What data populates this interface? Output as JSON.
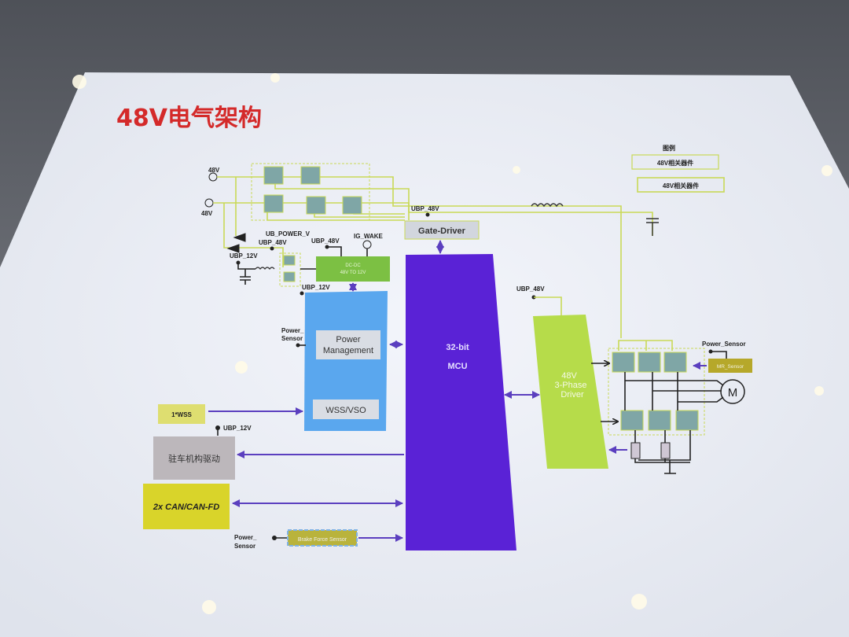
{
  "title": "48V电气架构",
  "legend": {
    "heading": "图例",
    "items": [
      "48V相关器件",
      "48V相关器件"
    ]
  },
  "labels": {
    "v48_top": "48V",
    "v48_bottom": "48V",
    "ubp_48v_gate": "UBP_48V",
    "ub_power_v": "UB_POWER_V",
    "ubp_48v_left": "UBP_48V",
    "ubp_48v_dcdc": "UBP_48V",
    "ig_wake": "IG_WAKE",
    "ubp_12v_left": "UBP_12V",
    "ubp_12v_pm": "UBP_12V",
    "power_sensor_pm_1": "Power_",
    "power_sensor_pm_2": "Sensor",
    "ubp_12v_park": "UBP_12V",
    "power_sensor_bf_1": "Power_",
    "power_sensor_bf_2": "Sensor",
    "ubp_48v_driver": "UBP_48V",
    "power_sensor_mr": "Power_Sensor",
    "motor": "M"
  },
  "blocks": {
    "gate_driver": "Gate-Driver",
    "dcdc_line1": "DC-DC",
    "dcdc_line2": "48V TO 12V",
    "power_management_1": "Power",
    "power_management_2": "Management",
    "wss_vso": "WSS/VSO",
    "mcu_1": "32-bit",
    "mcu_2": "MCU",
    "driver_1": "48V",
    "driver_2": "3-Phase",
    "driver_3": "Driver",
    "mr_sensor": "MR_Sensor",
    "wss": "1*WSS",
    "parking": "驻车机构驱动",
    "can": "2x CAN/CAN-FD",
    "brake_force": "Brake Force Sensor"
  },
  "colors": {
    "title": "#d42a2a",
    "mcu": "#5a22d6",
    "power_block": "#5aa7ee",
    "driver": "#b6dc4a",
    "dcdc": "#7cc043",
    "can": "#d9d42a",
    "wire_48v": "#c9d957",
    "arrow": "#5b3fbf"
  }
}
